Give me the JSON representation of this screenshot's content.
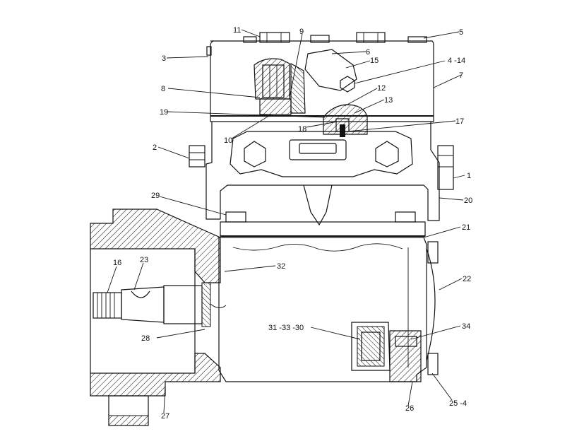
{
  "diagram": {
    "labels": [
      {
        "id": "l11",
        "text": "11"
      },
      {
        "id": "l9",
        "text": "9"
      },
      {
        "id": "l5",
        "text": "5"
      },
      {
        "id": "l3",
        "text": "3"
      },
      {
        "id": "l6",
        "text": "6"
      },
      {
        "id": "l15",
        "text": "15"
      },
      {
        "id": "l4_14",
        "text": "4 -14"
      },
      {
        "id": "l7",
        "text": "7"
      },
      {
        "id": "l8",
        "text": "8"
      },
      {
        "id": "l12",
        "text": "12"
      },
      {
        "id": "l13",
        "text": "13"
      },
      {
        "id": "l19",
        "text": "19"
      },
      {
        "id": "l18",
        "text": "18"
      },
      {
        "id": "l17",
        "text": "17"
      },
      {
        "id": "l10",
        "text": "10"
      },
      {
        "id": "l2",
        "text": "2"
      },
      {
        "id": "l1",
        "text": "1"
      },
      {
        "id": "l29",
        "text": "29"
      },
      {
        "id": "l20",
        "text": "20"
      },
      {
        "id": "l21",
        "text": "21"
      },
      {
        "id": "l16",
        "text": "16"
      },
      {
        "id": "l23",
        "text": "23"
      },
      {
        "id": "l32",
        "text": "32"
      },
      {
        "id": "l22",
        "text": "22"
      },
      {
        "id": "l31_33_30",
        "text": "31 -33  -30"
      },
      {
        "id": "l34",
        "text": "34"
      },
      {
        "id": "l28",
        "text": "28"
      },
      {
        "id": "l27",
        "text": "27"
      },
      {
        "id": "l26",
        "text": "26"
      },
      {
        "id": "l25_4",
        "text": "25  -4"
      }
    ]
  }
}
